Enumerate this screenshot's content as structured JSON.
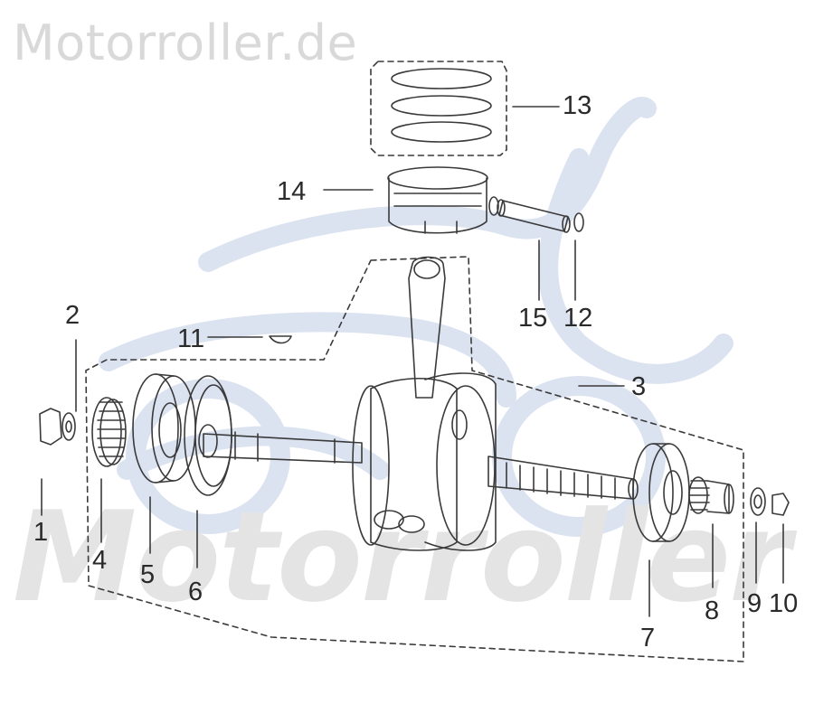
{
  "watermark": {
    "top_text": "Motorroller.de",
    "bottom_text": "Motorroller"
  },
  "diagram": {
    "type": "exploded-parts-view",
    "subject": "crankshaft-and-piston-assembly",
    "callouts": [
      {
        "id": "1",
        "label": "1"
      },
      {
        "id": "2",
        "label": "2"
      },
      {
        "id": "3",
        "label": "3"
      },
      {
        "id": "4",
        "label": "4"
      },
      {
        "id": "5",
        "label": "5"
      },
      {
        "id": "6",
        "label": "6"
      },
      {
        "id": "7",
        "label": "7"
      },
      {
        "id": "8",
        "label": "8"
      },
      {
        "id": "9",
        "label": "9"
      },
      {
        "id": "10",
        "label": "10"
      },
      {
        "id": "11",
        "label": "11"
      },
      {
        "id": "12",
        "label": "12"
      },
      {
        "id": "13",
        "label": "13"
      },
      {
        "id": "14",
        "label": "14"
      },
      {
        "id": "15",
        "label": "15"
      }
    ]
  },
  "colors": {
    "line": "#3a3a3a",
    "watermark": "#d9d9d9",
    "logo": "#dbe3f1"
  }
}
